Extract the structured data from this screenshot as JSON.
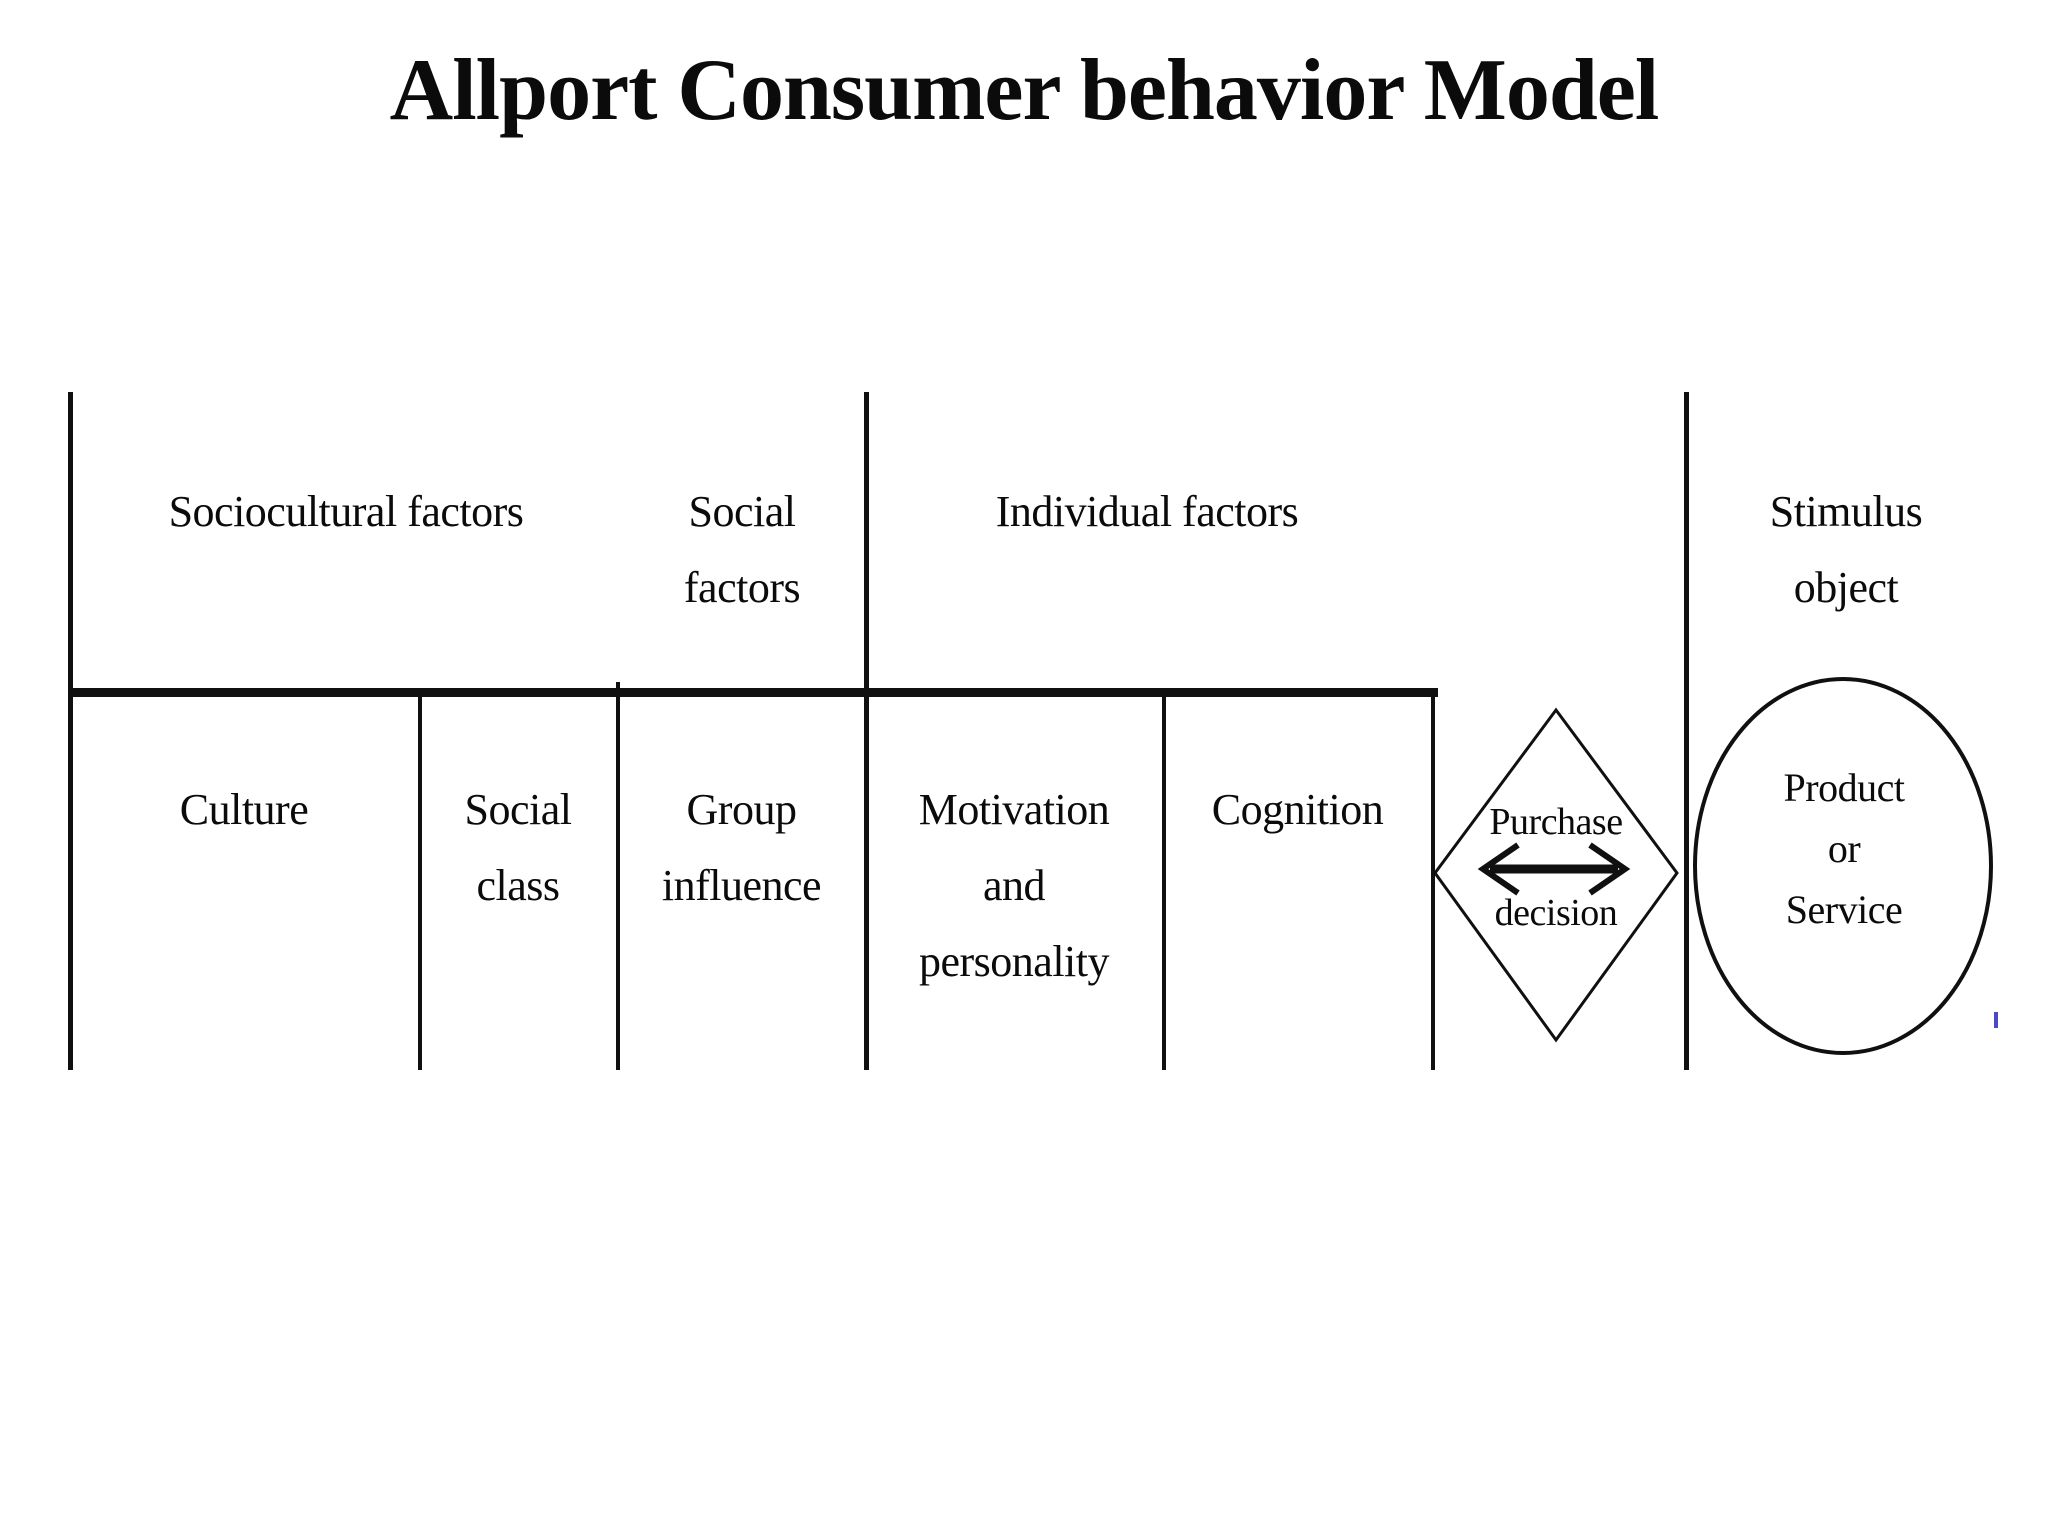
{
  "title": "Allport Consumer behavior Model",
  "colors": {
    "ink": "#0b0b0b",
    "line": "#101010",
    "background": "#ffffff",
    "stray_mark": "#4a4ac8"
  },
  "table": {
    "headers": [
      {
        "id": "sociocultural-factors",
        "lines": [
          "Sociocultural factors"
        ]
      },
      {
        "id": "social-factors",
        "lines": [
          "Social",
          "factors"
        ]
      },
      {
        "id": "individual-factors",
        "lines": [
          "Individual factors"
        ]
      },
      {
        "id": "stimulus-object",
        "lines": [
          "Stimulus",
          "object"
        ]
      }
    ],
    "cells": [
      {
        "id": "culture",
        "lines": [
          "Culture"
        ]
      },
      {
        "id": "social-class",
        "lines": [
          "Social",
          "class"
        ]
      },
      {
        "id": "group-influence",
        "lines": [
          "Group",
          "influence"
        ]
      },
      {
        "id": "motivation-and-personality",
        "lines": [
          "Motivation",
          "and",
          "personality"
        ]
      },
      {
        "id": "cognition",
        "lines": [
          "Cognition"
        ]
      }
    ]
  },
  "decision_diamond": {
    "icon": "double-headed-arrow-icon",
    "lines": [
      "Purchase",
      "decision"
    ]
  },
  "stimulus_ellipse": {
    "lines": [
      "Product",
      "or",
      "Service"
    ]
  }
}
